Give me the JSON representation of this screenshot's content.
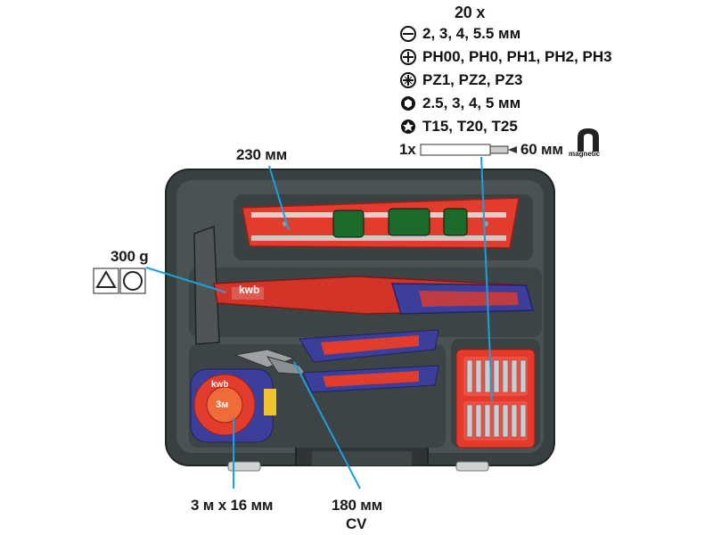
{
  "bits": {
    "count_label": "20 x",
    "rows": [
      {
        "icon": "slotted-icon",
        "text": "2, 3, 4, 5.5 мм"
      },
      {
        "icon": "phillips-icon",
        "text": "PH00, PH0, PH1, PH2, PH3"
      },
      {
        "icon": "pozidriv-icon",
        "text": "PZ1, PZ2, PZ3"
      },
      {
        "icon": "hex-icon",
        "text": "2.5, 3, 4, 5 мм"
      },
      {
        "icon": "torx-icon",
        "text": "T15, T20, T25"
      }
    ],
    "holder_count": "1x",
    "holder_length": "60 мм",
    "magnetic_label": "magnetic"
  },
  "level": {
    "length": "230 мм"
  },
  "hammer": {
    "weight": "300 g",
    "brand": "kwb"
  },
  "tape": {
    "size_a": "3 м",
    "size_sep": "x",
    "size_b": "16 мм",
    "face_text": "3м",
    "brand": "kwb"
  },
  "pliers": {
    "length": "180 мм",
    "material": "CV"
  },
  "colors": {
    "case": "#3f4647",
    "case_dark": "#2c3233",
    "red": "#e03a2c",
    "blue": "#3b3f9a"
  }
}
